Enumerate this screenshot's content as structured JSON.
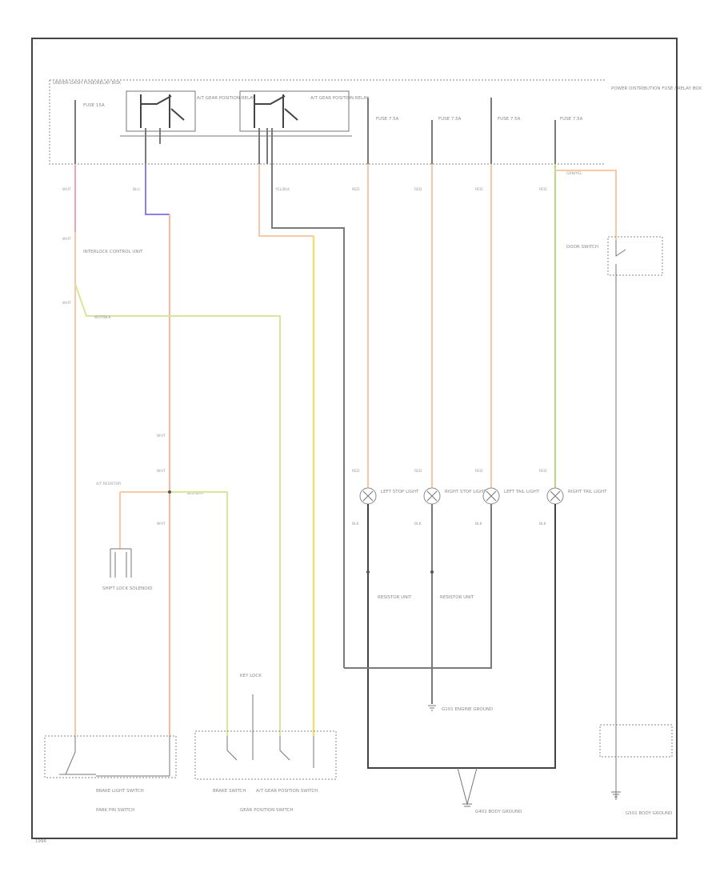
{
  "colors": {
    "peach": "#f9c8a4",
    "salmon": "#f6b79a",
    "yellow": "#f3dd78",
    "yellow_green": "#d7e69a",
    "green": "#b9d97f",
    "violet": "#8a7fe8",
    "pink": "#f4a3b4",
    "gray": "#7a7a7a",
    "frame": "#444444"
  },
  "labels": {
    "top_box": "UNDER-DASH FUSE/RELAY BOX",
    "fuse_left": "FUSE 15A",
    "relay1": "A/T GEAR POSITION RELAY",
    "relay2": "A/T GEAR POSITION RELAY",
    "fuse_a": "FUSE 7.5A",
    "fuse_b": "FUSE 7.5A",
    "fuse_c": "FUSE 7.5A",
    "fuse_d": "FUSE 7.5A",
    "right_note": "POWER DISTRIBUTION FUSE / RELAY BOX",
    "left_connector": "INTERLOCK CONTROL UNIT",
    "wire_a": "WHT/BLK",
    "wire_b": "BLU/WHT",
    "wire_c": "YEL/BLK",
    "wire_d": "GRN/YEL",
    "lamp1": "LEFT STOP LIGHT",
    "lamp2": "RIGHT STOP LIGHT",
    "lamp3": "LEFT TAIL LIGHT",
    "lamp4": "RIGHT TAIL LIGHT",
    "diode_left": "RESISTOR UNIT",
    "diode_right": "RESISTOR UNIT",
    "bottom_ground": "G101 ENGINE GROUND",
    "bottom_ground2": "G401 BODY GROUND",
    "right_sensor": "DOOR SWITCH",
    "right_ground": "G501 BODY GROUND",
    "solenoid": "SHIFT LOCK SOLENOID",
    "bottom_left_switch1": "BRAKE LIGHT SWITCH",
    "bottom_left_switch2": "PARK PIN SWITCH",
    "bottom_mid_switch1": "BRAKE SWITCH",
    "bottom_mid_switch2": "A/T GEAR POSITION SWITCH",
    "bottom_mid_caption": "GEAR POSITION SWITCH",
    "key_label": "KEY LOCK",
    "page_ref": "1996"
  }
}
